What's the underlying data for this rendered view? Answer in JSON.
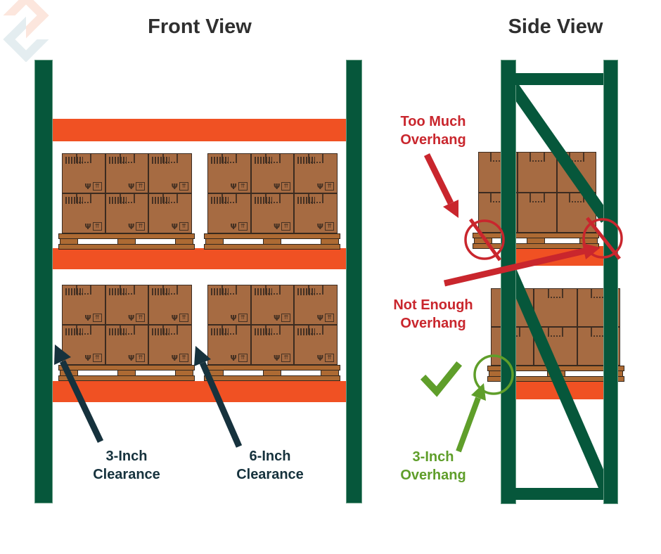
{
  "titles": {
    "front": "Front View",
    "side": "Side View"
  },
  "front_view": {
    "shelf_levels": 2,
    "pallets_per_level": 2,
    "labels": {
      "clearance3": {
        "line1": "3-Inch",
        "line2": "Clearance"
      },
      "clearance6": {
        "line1": "6-Inch",
        "line2": "Clearance"
      }
    }
  },
  "side_view": {
    "labels": {
      "too_much": {
        "line1": "Too Much",
        "line2": "Overhang"
      },
      "not_enough": {
        "line1": "Not Enough",
        "line2": "Overhang"
      },
      "overhang3": {
        "line1": "3-Inch",
        "line2": "Overhang"
      }
    }
  },
  "loads": {
    "front": {
      "rows": 2,
      "cols": 3,
      "style": "front"
    },
    "side_upper": {
      "rows": 2,
      "cols": 3,
      "style": "side"
    },
    "side_lower": {
      "rows": 2,
      "cols": 3,
      "style": "side"
    }
  },
  "icons": {
    "fragile_glyph": "Ψ",
    "this_way_up_glyph": "⇈",
    "checkmark": "check",
    "prohibited": "circle-slash"
  },
  "colors": {
    "rack-green": "#06573B",
    "beam-orange": "#F05123",
    "box-brown": "#A66B42",
    "box-line": "#3B2B20",
    "pallet-brown": "#AD6A33",
    "pallet-line": "#33271D",
    "annotation-red": "#C9262D",
    "annotation-green": "#5F9E2A",
    "label-navy": "#16323D",
    "title-ink": "#2F2F2F",
    "logo-peach": "#FCE6DD",
    "logo-blue": "#E4EDF0"
  }
}
